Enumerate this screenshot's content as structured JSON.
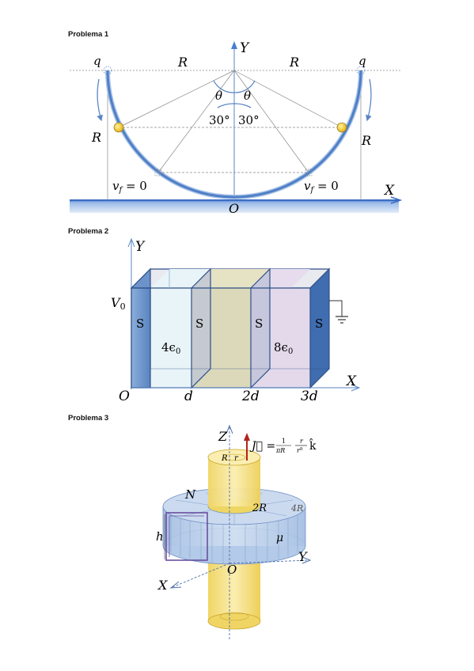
{
  "problems": [
    {
      "title": "Problema 1",
      "labels": {
        "y_axis": "Y",
        "x_axis": "X",
        "origin": "O",
        "charge_left": "q",
        "charge_right": "q",
        "radius_top_left": "R",
        "radius_top_right": "R",
        "radius_side_left": "R",
        "radius_side_right": "R",
        "theta_left": "θ",
        "theta_right": "θ",
        "angle_left": "30°",
        "angle_right": "30°",
        "vf_left": "v",
        "vf_left_sub": "f",
        "vf_left_eq": " = 0",
        "vf_right": "v",
        "vf_right_sub": "f",
        "vf_right_eq": " = 0"
      }
    },
    {
      "title": "Problema 2",
      "labels": {
        "y_axis": "Y",
        "x_axis": "X",
        "origin": "O",
        "voltage": "V",
        "voltage_sub": "0",
        "tick_d": "d",
        "tick_2d": "2d",
        "tick_3d": "3d",
        "area_1": "S",
        "area_2": "S",
        "area_3": "S",
        "area_4": "S",
        "eps_left": "4ϵ",
        "eps_left_sub": "0",
        "eps_right": "8ϵ",
        "eps_right_sub": "0"
      }
    },
    {
      "title": "Problema 3",
      "labels": {
        "z_axis": "Z",
        "x_axis": "X",
        "y_axis": "Y",
        "origin": "O",
        "current_density": "J⃗ =",
        "frac_num": "1",
        "frac_den": "πR",
        "frac2_num": "r",
        "frac2_den": "r",
        "frac2_den_sup": "n",
        "unit_vec": "k̂",
        "r_inner": "R",
        "r_small": "r",
        "turns": "N",
        "radius_2R": "2R",
        "radius_4R": "4R",
        "height": "h",
        "permeability": "μ"
      }
    }
  ],
  "colors": {
    "wire": "#5b86c5",
    "ground": "#4a7fcf",
    "charge": "#f2c21a",
    "plate_dark": "#5a84c0",
    "plate_light_blue": "#d9eef4",
    "plate_tan": "#d9d6b8",
    "plate_lavender": "#d9cfe4",
    "cylinder": "#f4de7e",
    "toroid": "#b9cfea",
    "coil": "#6a4fa0",
    "current_arrow": "#b0241e"
  }
}
